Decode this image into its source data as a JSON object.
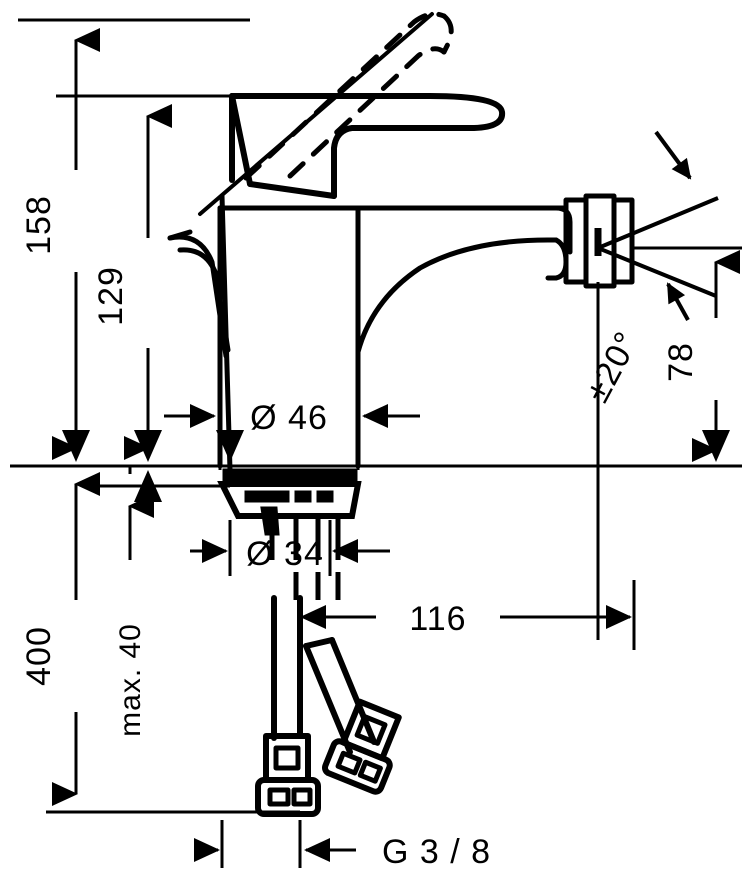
{
  "drawing": {
    "title": "Bidet mixer dimensional drawing",
    "subject": "single-lever bidet mixer tap, side elevation",
    "units": "mm",
    "line_color": "#000000",
    "background_color": "#ffffff"
  },
  "dimensions": {
    "total_height": "158",
    "spout_height": "129",
    "body_diameter": "Ø 46",
    "base_diameter": "Ø 34",
    "hose_length": "400",
    "max_thickness": "max. 40",
    "projection": "116",
    "spout_reach": "78",
    "swivel_angle": "±20°",
    "thread_size": "G 3 / 8"
  },
  "labels": [
    {
      "id": "h158",
      "text": "158",
      "orientation": "vertical",
      "value": 158
    },
    {
      "id": "h129",
      "text": "129",
      "orientation": "vertical",
      "value": 129
    },
    {
      "id": "d46",
      "text": "Ø 46",
      "orientation": "horizontal",
      "value": 46
    },
    {
      "id": "d34",
      "text": "Ø 34",
      "orientation": "horizontal",
      "value": 34
    },
    {
      "id": "h400",
      "text": "400",
      "orientation": "vertical",
      "value": 400
    },
    {
      "id": "max40",
      "text": "max. 40",
      "orientation": "vertical",
      "value": 40
    },
    {
      "id": "w116",
      "text": "116",
      "orientation": "horizontal",
      "value": 116
    },
    {
      "id": "h78",
      "text": "78",
      "orientation": "vertical",
      "value": 78
    },
    {
      "id": "ang20",
      "text": "±20°",
      "orientation": "rotated",
      "value": 20
    },
    {
      "id": "g38",
      "text": "G 3 / 8",
      "orientation": "horizontal",
      "value": "G3/8"
    }
  ]
}
